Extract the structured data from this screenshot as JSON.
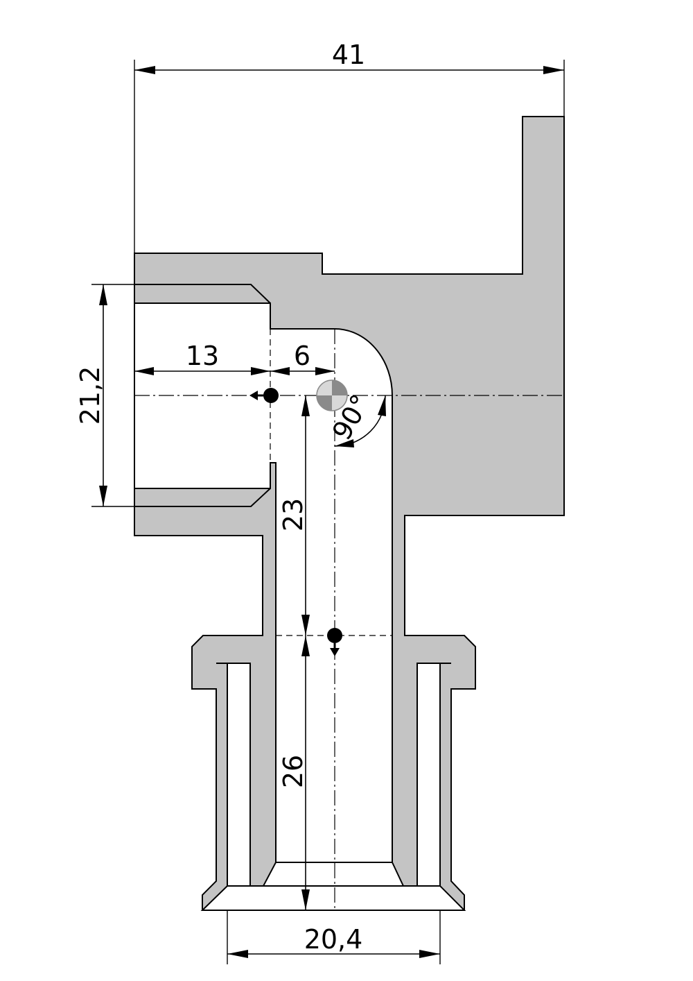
{
  "dimensions": {
    "overall_width": "41",
    "thread_diameter": "21,2",
    "thread_depth": "13",
    "offset": "6",
    "angle": "90°",
    "upper_length": "23",
    "lower_length": "26",
    "outlet_diameter": "20,4"
  },
  "colors": {
    "section_fill": "#c4c4c4",
    "line": "#000000",
    "background": "#ffffff"
  }
}
